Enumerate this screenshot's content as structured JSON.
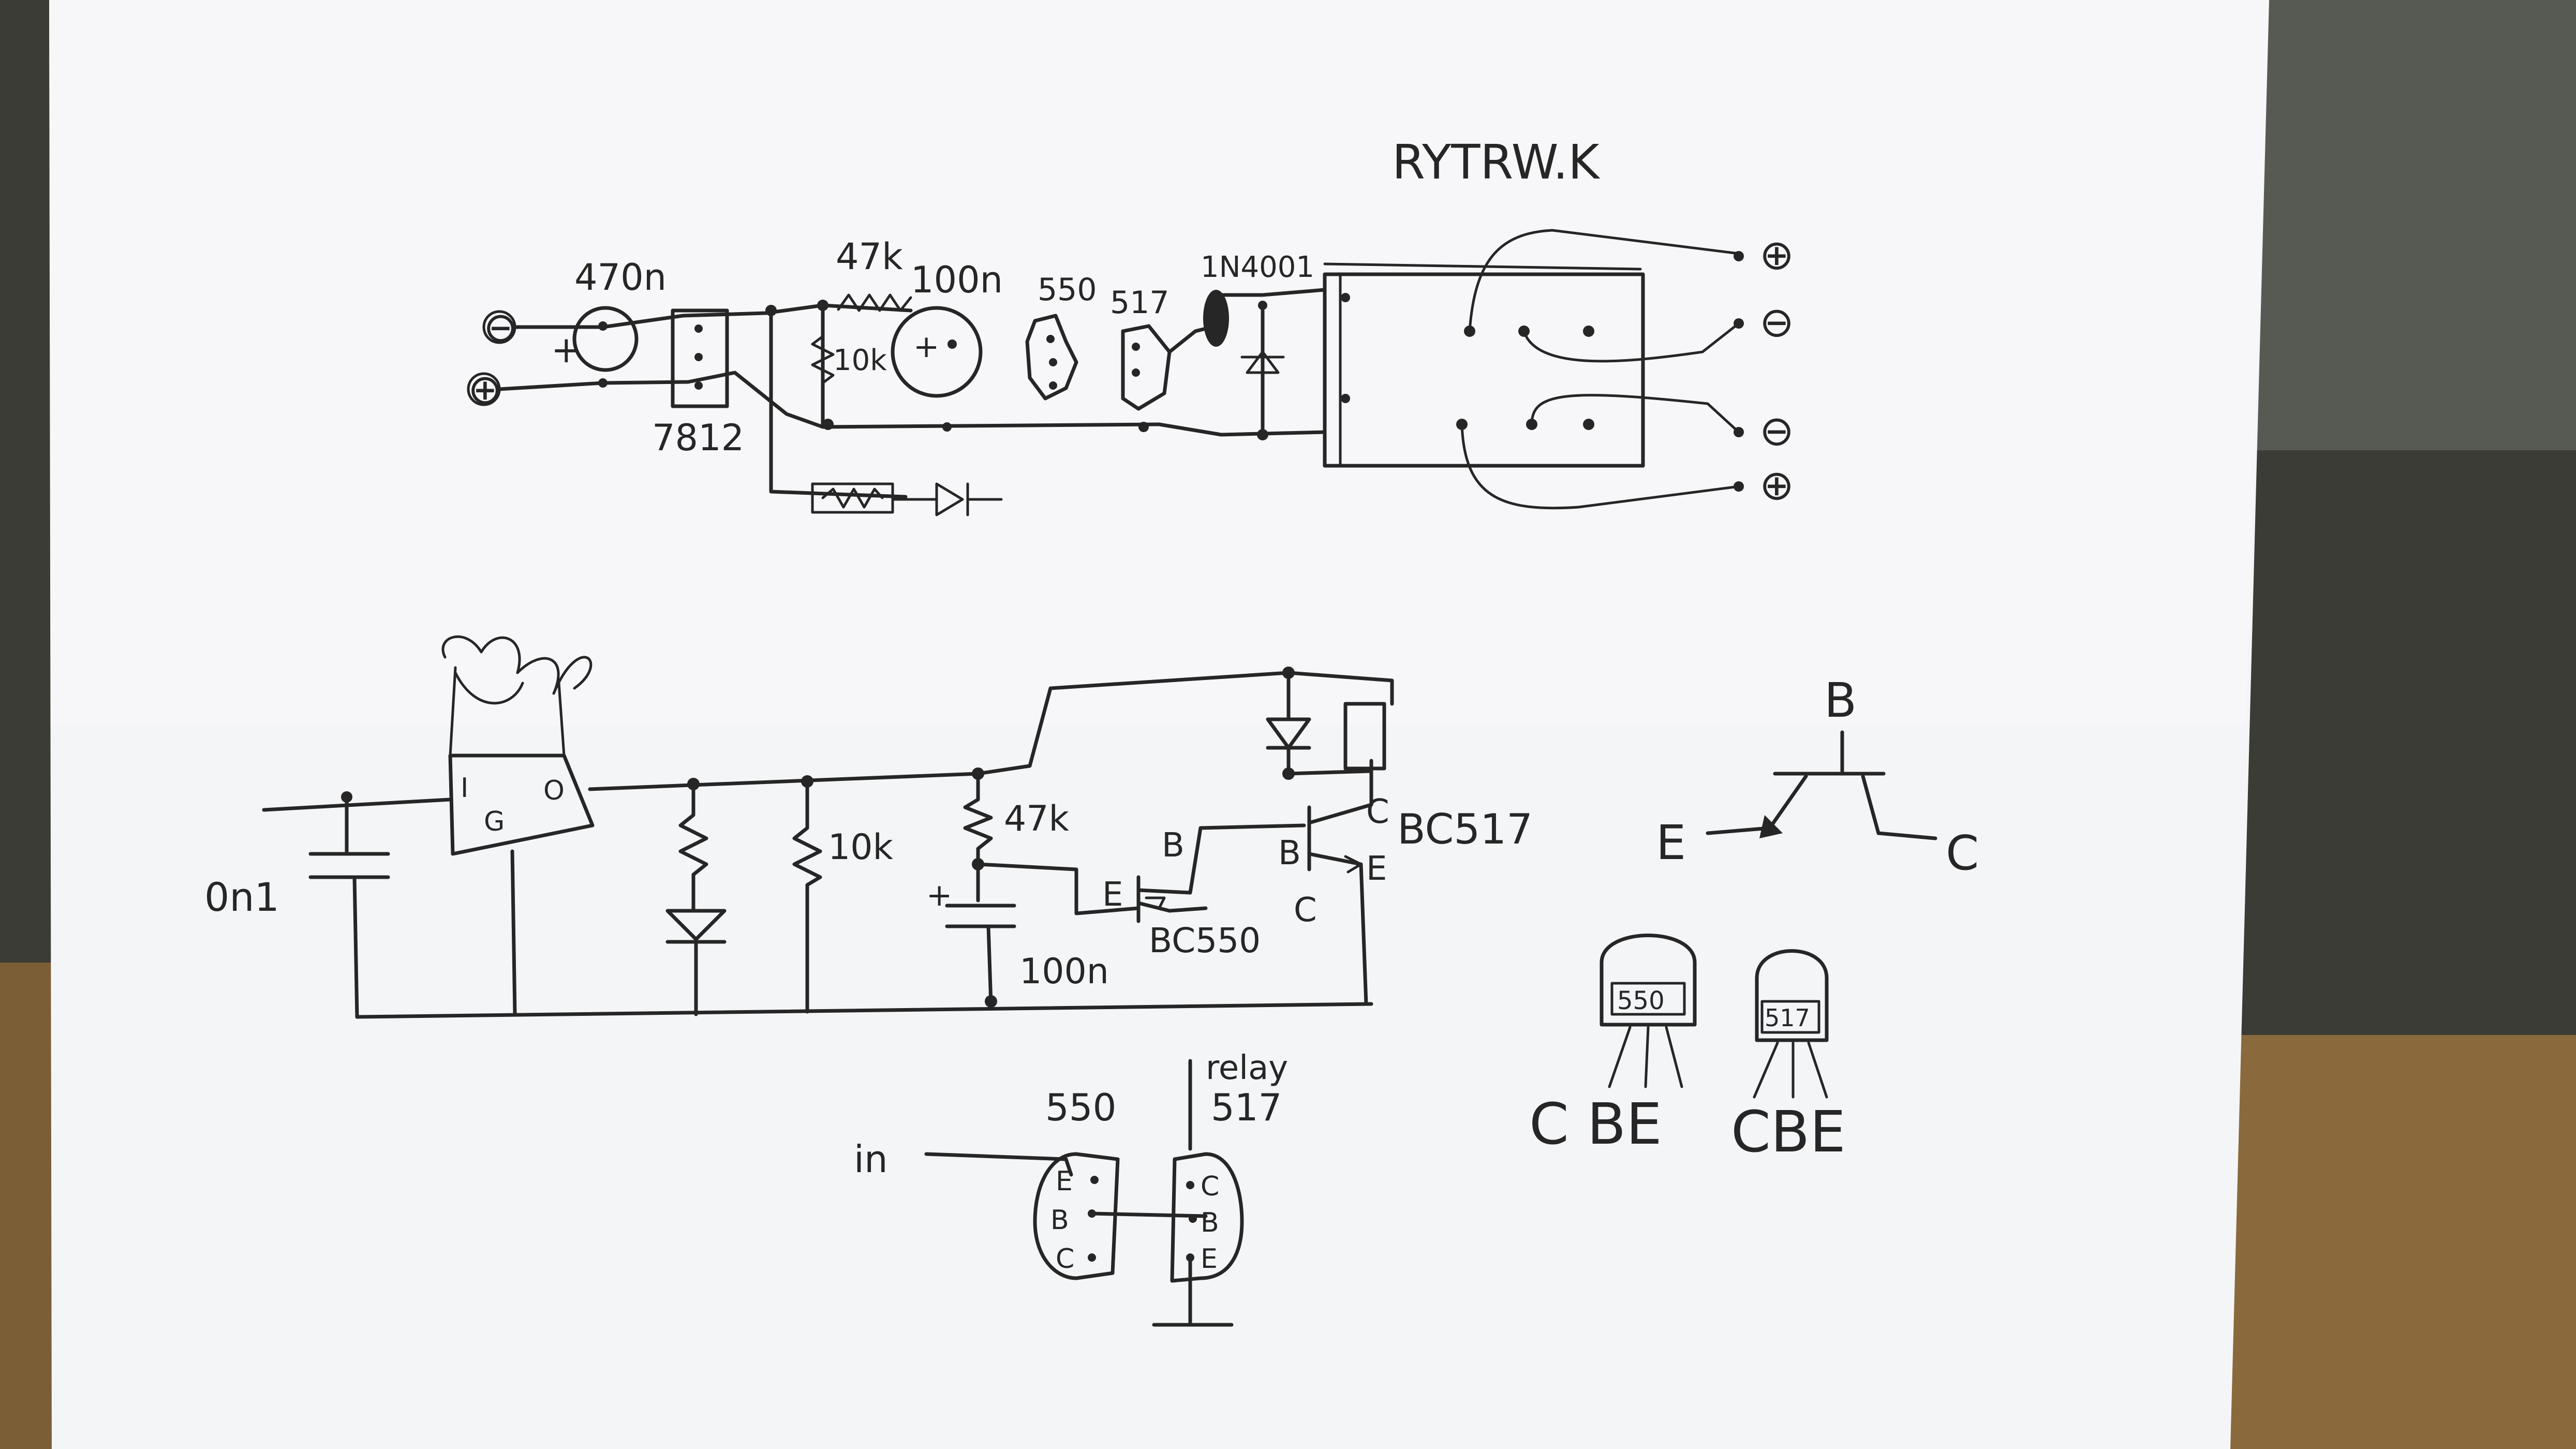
{
  "title": "RYTRW.K",
  "power": {
    "minus": "⊖",
    "plus": "⊕",
    "cap1": "470n",
    "cap_plus": "+",
    "regulator": "7812",
    "res1": "47k",
    "res2": "10k",
    "cap2": "100n",
    "cap2_plus": "+",
    "t1": "550",
    "t2": "517",
    "diode": "1N4001"
  },
  "relay_outputs": [
    "⊕",
    "⊖",
    "⊖",
    "⊕"
  ],
  "schematic": {
    "cap": "0n1",
    "res10k": "10k",
    "res47k": "47k",
    "cap_plus": "+",
    "cap100": "100n",
    "tr1_b": "B",
    "tr1_e": "E",
    "tr1_c": "C",
    "tr1_name": "BC550",
    "tr2_b": "B",
    "tr2_e": "E",
    "tr2_c": "C",
    "tr2_name": "BC517",
    "reg_pin1": "I",
    "reg_pin3": "O",
    "reg_pin2": "G"
  },
  "symbol": {
    "b": "B",
    "e": "E",
    "c": "C"
  },
  "packages": [
    {
      "label": "550",
      "pins": "C BE"
    },
    {
      "label": "517",
      "pins": "CBE"
    }
  ],
  "layout_sketch": {
    "t1": "550",
    "t2": "517",
    "relay": "relay",
    "in": "in",
    "t1_pins": [
      "E",
      "B",
      "C"
    ],
    "t2_pins": [
      "C",
      "B",
      "E"
    ]
  }
}
